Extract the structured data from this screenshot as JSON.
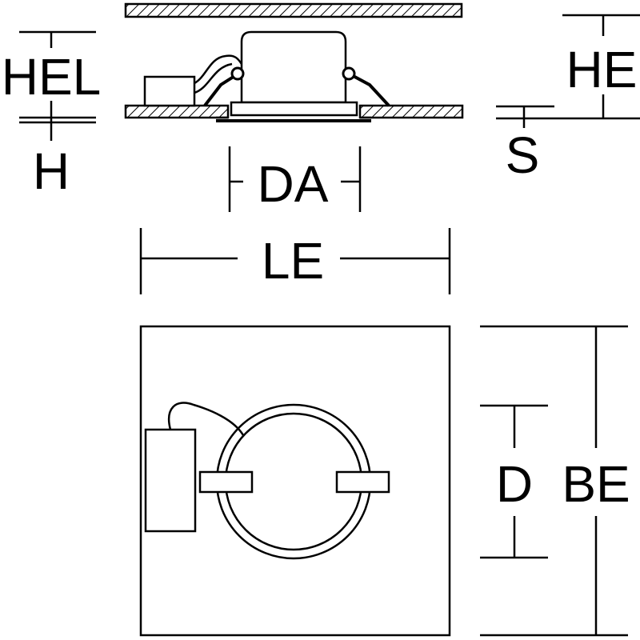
{
  "diagram": {
    "labels": {
      "hel": "HEL",
      "h": "H",
      "he": "HE",
      "s": "S",
      "da": "DA",
      "le": "LE",
      "d": "D",
      "be": "BE"
    },
    "colors": {
      "line": "#000000",
      "background": "#ffffff"
    }
  }
}
